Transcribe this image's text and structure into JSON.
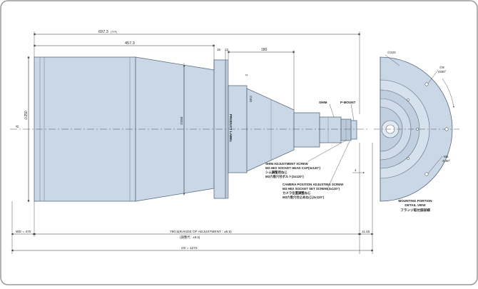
{
  "dims": {
    "total_top": "697.3",
    "total_top_unit": "(TYP)",
    "front_len": "457.3",
    "d16": "16",
    "d12": "12",
    "d180": "180",
    "phi250": "∅250",
    "phi250_small": "∅250",
    "d2": "2",
    "phi40": "∅40",
    "wd": "WD = 470",
    "range_main": "790.5(RANGE OF ADJUSTMENT : ±9.5)",
    "range_sub": "(調整代 : ±9.5)",
    "d11": "11.45",
    "oi": "O/I = 1272",
    "d4": "4",
    "phi220": "∅220",
    "phi9": "∅9",
    "phi9_angle": "4x90°",
    "m5": "M5",
    "m5_angle": "4x90°"
  },
  "labels": {
    "product_label": "PRODUCT LABEL",
    "shim": "SHIM",
    "pmount": "P-MOUNT",
    "shim_screw": [
      "SHIM ADJUSTMENT SCREW",
      "M3 HEX SOCKET HEAD CAP(3x120°)",
      "シム調整用ねじ",
      "M3六角穴付ボルト(3x120°)"
    ],
    "camera_screw": [
      "CAMERA POSITION ADJUSTING SCREW",
      "M3 HEX SOCKET SET SCREW(3x120°)",
      "カメラ位置調整ねじ",
      "M3六角穴付止めねじ(3x120°)"
    ],
    "mounting_portion": [
      "MOUNTING PORTION",
      "DETAIL VIEW",
      "フランジ取付部詳細"
    ]
  }
}
